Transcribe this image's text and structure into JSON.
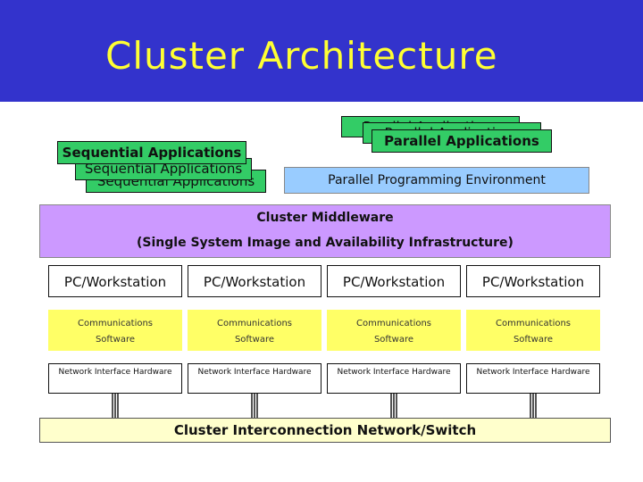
{
  "title": "Cluster Architecture",
  "sequential": {
    "labels": [
      "Sequential Applications",
      "Sequential Applications",
      "Sequential Applications"
    ]
  },
  "parallel": {
    "labels": [
      "Parallel Applications",
      "Parallel Applications",
      "Parallel Applications"
    ]
  },
  "programming_env": "Parallel Programming Environment",
  "middleware": {
    "title": "Cluster Middleware",
    "subtitle": "(Single System Image and Availability Infrastructure)"
  },
  "nodes": [
    {
      "label": "PC/Workstation",
      "comm_line1": "Communications",
      "comm_line2": "Software",
      "nic_line1": "Network Interface",
      "nic_line2": "Hardware"
    },
    {
      "label": "PC/Workstation",
      "comm_line1": "Communications",
      "comm_line2": "Software",
      "nic_line1": "Network Interface",
      "nic_line2": "Hardware"
    },
    {
      "label": "PC/Workstation",
      "comm_line1": "Communications",
      "comm_line2": "Software",
      "nic_line1": "Network Interface",
      "nic_line2": "Hardware"
    },
    {
      "label": "PC/Workstation",
      "comm_line1": "Communications",
      "comm_line2": "Software",
      "nic_line1": "Network Interface",
      "nic_line2": "Hardware"
    }
  ],
  "network": "Cluster Interconnection Network/Switch",
  "colors": {
    "header": "#3333cc",
    "title": "#ffff33",
    "applications": "#33cc66",
    "programming_env": "#99ccff",
    "middleware": "#cc99ff",
    "communications": "#ffff66",
    "network": "#ffffcc"
  }
}
